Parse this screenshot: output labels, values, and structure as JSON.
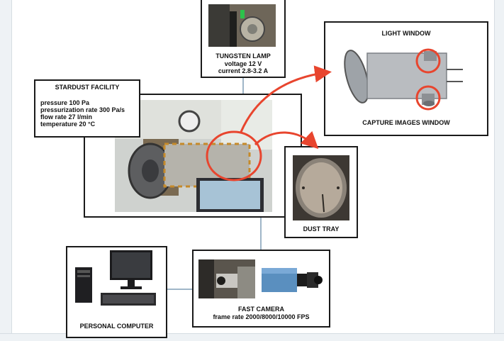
{
  "tungsten": {
    "title": "TUNGSTEN LAMP",
    "line1": "voltage 12 V",
    "line2": "current 2.8-3.2 A"
  },
  "stardust": {
    "title": "STARDUST FACILITY",
    "line1": "pressure 100 Pa",
    "line2": "pressurization rate 300 Pa/s",
    "line3": "flow rate 27 l/min",
    "line4": "temperature 20 °C"
  },
  "light_window": {
    "top_label": "LIGHT WINDOW",
    "bottom_label": "CAPTURE IMAGES WINDOW"
  },
  "dust_tray": {
    "label": "DUST TRAY"
  },
  "computer": {
    "label": "PERSONAL COMPUTER"
  },
  "camera": {
    "title": "FAST CAMERA",
    "line1": "frame rate 2000/8000/10000 FPS"
  },
  "colors": {
    "highlight": "#e8452e",
    "connector": "#9fb6c8",
    "border": "#1a1a1a"
  }
}
